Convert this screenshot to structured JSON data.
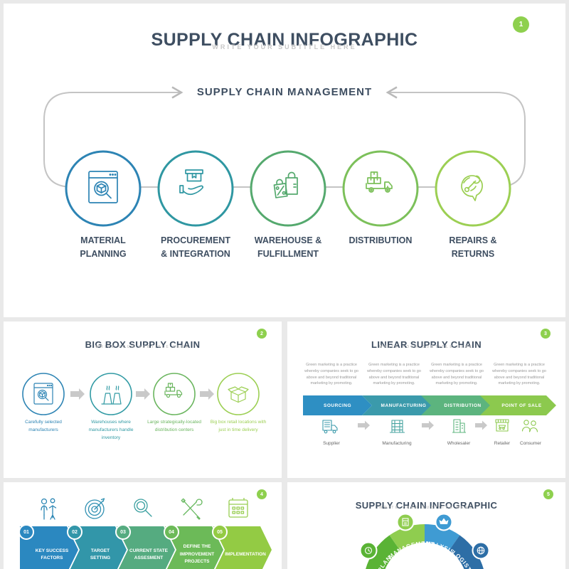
{
  "palette": {
    "blue": "#2d84b4",
    "teal": "#2f97a2",
    "green": "#55a96e",
    "green_mid": "#7cc05a",
    "green_light": "#9ccf53",
    "badge_green": "#8ed04e",
    "title_dark": "#3e4e61",
    "loop_gray": "#c4c4c4"
  },
  "slide1": {
    "badge": "1",
    "title": "SUPPLY CHAIN INFOGRAPHIC",
    "subtitle": "WRITE YOUR SUBTITLE HERE",
    "center_label": "SUPPLY CHAIN MANAGEMENT",
    "steps": [
      {
        "label": "MATERIAL PLANNING",
        "icon": "browser-search-icon",
        "color": "#2d84b4"
      },
      {
        "label": "PROCUREMENT & INTEGRATION",
        "icon": "hand-box-icon",
        "color": "#2f97a2"
      },
      {
        "label": "WAREHOUSE & FULFILLMENT",
        "icon": "shopping-bags-icon",
        "color": "#55a96e"
      },
      {
        "label": "DISTRIBUTION",
        "icon": "delivery-truck-icon",
        "color": "#7cc05a"
      },
      {
        "label": "REPAIRS & RETURNS",
        "icon": "wrench-bubble-icon",
        "color": "#9ccf53"
      }
    ]
  },
  "slide2": {
    "badge": "2",
    "title": "BIG BOX SUPPLY CHAIN",
    "subtitle": "WRITE YOUR SUBTITLE HERE",
    "steps": [
      {
        "caption": "Carefully selected manufacturers",
        "icon": "browser-search-icon",
        "color": "#2d84b4"
      },
      {
        "caption": "Warehouses where manufacturers handle inventory",
        "icon": "factory-icon",
        "color": "#319aa4"
      },
      {
        "caption": "Large strategically-located distribution centers",
        "icon": "truck-boxes-icon",
        "color": "#6ab55e"
      },
      {
        "caption": "Big box retail locations with just in time delivery",
        "icon": "open-box-icon",
        "color": "#9ccf53"
      }
    ]
  },
  "slide3": {
    "badge": "3",
    "title": "LINEAR SUPPLY CHAIN",
    "subtitle": "WRITE YOUR SUBTITLE HERE",
    "paragraph": "Green marketing is a practice whereby companies seek to go above and beyond traditional marketing by promoting.",
    "phases": [
      {
        "label": "SOURCING",
        "color": "#2e8fc3"
      },
      {
        "label": "MANUFACTURING",
        "color": "#3b9aab"
      },
      {
        "label": "DISTRIBUTION",
        "color": "#5cb47e"
      },
      {
        "label": "POINT OF SALE",
        "color": "#8cc94e"
      }
    ],
    "actors": [
      {
        "label": "Supplier",
        "icon": "supplier-truck-icon",
        "color": "#3b9aab"
      },
      {
        "label": "Manufacturing",
        "icon": "factory-building-icon",
        "color": "#45a39f"
      },
      {
        "label": "Wholesaler",
        "icon": "buildings-icon",
        "color": "#5cb47e"
      },
      {
        "label": "Retailer",
        "icon": "storefront-icon",
        "color": "#8cc94e"
      },
      {
        "label": "Consumer",
        "icon": "people-icon",
        "color": "#8cc94e"
      }
    ]
  },
  "slide4": {
    "badge": "4",
    "steps": [
      {
        "num": "01",
        "label": "KEY SUCCESS FACTORS",
        "icon": "person-key-icon",
        "color": "#2b88c0"
      },
      {
        "num": "02",
        "label": "TARGET SETTING",
        "icon": "target-icon",
        "color": "#3296a9"
      },
      {
        "num": "03",
        "label": "CURRENT STATE ASSESMENT",
        "icon": "magnifier-icon",
        "color": "#55ab80"
      },
      {
        "num": "04",
        "label": "DEFINE THE IMPROVEMENT PROJECTS",
        "icon": "tools-icon",
        "color": "#6cba58"
      },
      {
        "num": "05",
        "label": "IMPLEMENTATION",
        "icon": "calendar-icon",
        "color": "#93cb44"
      }
    ]
  },
  "slide5": {
    "badge": "5",
    "title": "SUPPLY CHAIN INFOGRAPHIC",
    "subtitle": "WRITE YOUR SUBTITLE HERE",
    "segments": [
      {
        "label": "PLAN",
        "icon": "clock-icon",
        "color": "#5ab335"
      },
      {
        "label": "MANAGEMENT",
        "icon": "calculator-icon",
        "color": "#8fcd4f"
      },
      {
        "label": "ANALYSIS",
        "icon": "crown-icon",
        "color": "#3f9bd3"
      },
      {
        "label": "LOGISTIC",
        "icon": "globe-icon",
        "color": "#2d6ea6"
      }
    ]
  }
}
